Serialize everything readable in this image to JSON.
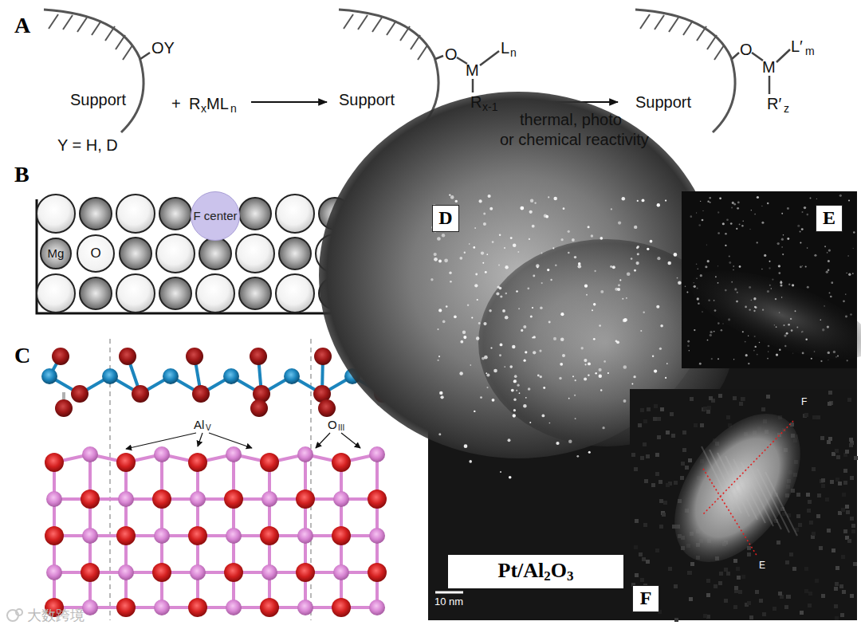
{
  "diagram": {
    "nodes": [
      {
        "text": [
          "F center"
        ]
      },
      {
        "text": [
          "Mg"
        ]
      },
      {
        "text": [
          "O"
        ]
      },
      {
        "text": [
          "D"
        ]
      },
      {
        "text": [
          "E"
        ]
      },
      {
        "text": [
          "F"
        ]
      },
      {
        "text": [
          "Pt/Al",
          "2",
          "O",
          "3"
        ]
      }
    ],
    "labels": [
      "A",
      "B",
      "C",
      "OY",
      "Support",
      "Y = H, D",
      "+",
      "R",
      "x",
      "ML",
      "n",
      "Support",
      "O",
      "M",
      "L",
      "n",
      "R",
      "x-1",
      "thermal, photo",
      "or chemical reactivity",
      "Support",
      "O",
      "M",
      "L′",
      "m",
      "R′",
      "z",
      "Al",
      "V",
      "O",
      "III",
      "10 nm",
      "F",
      "E",
      "大数跨境"
    ]
  }
}
